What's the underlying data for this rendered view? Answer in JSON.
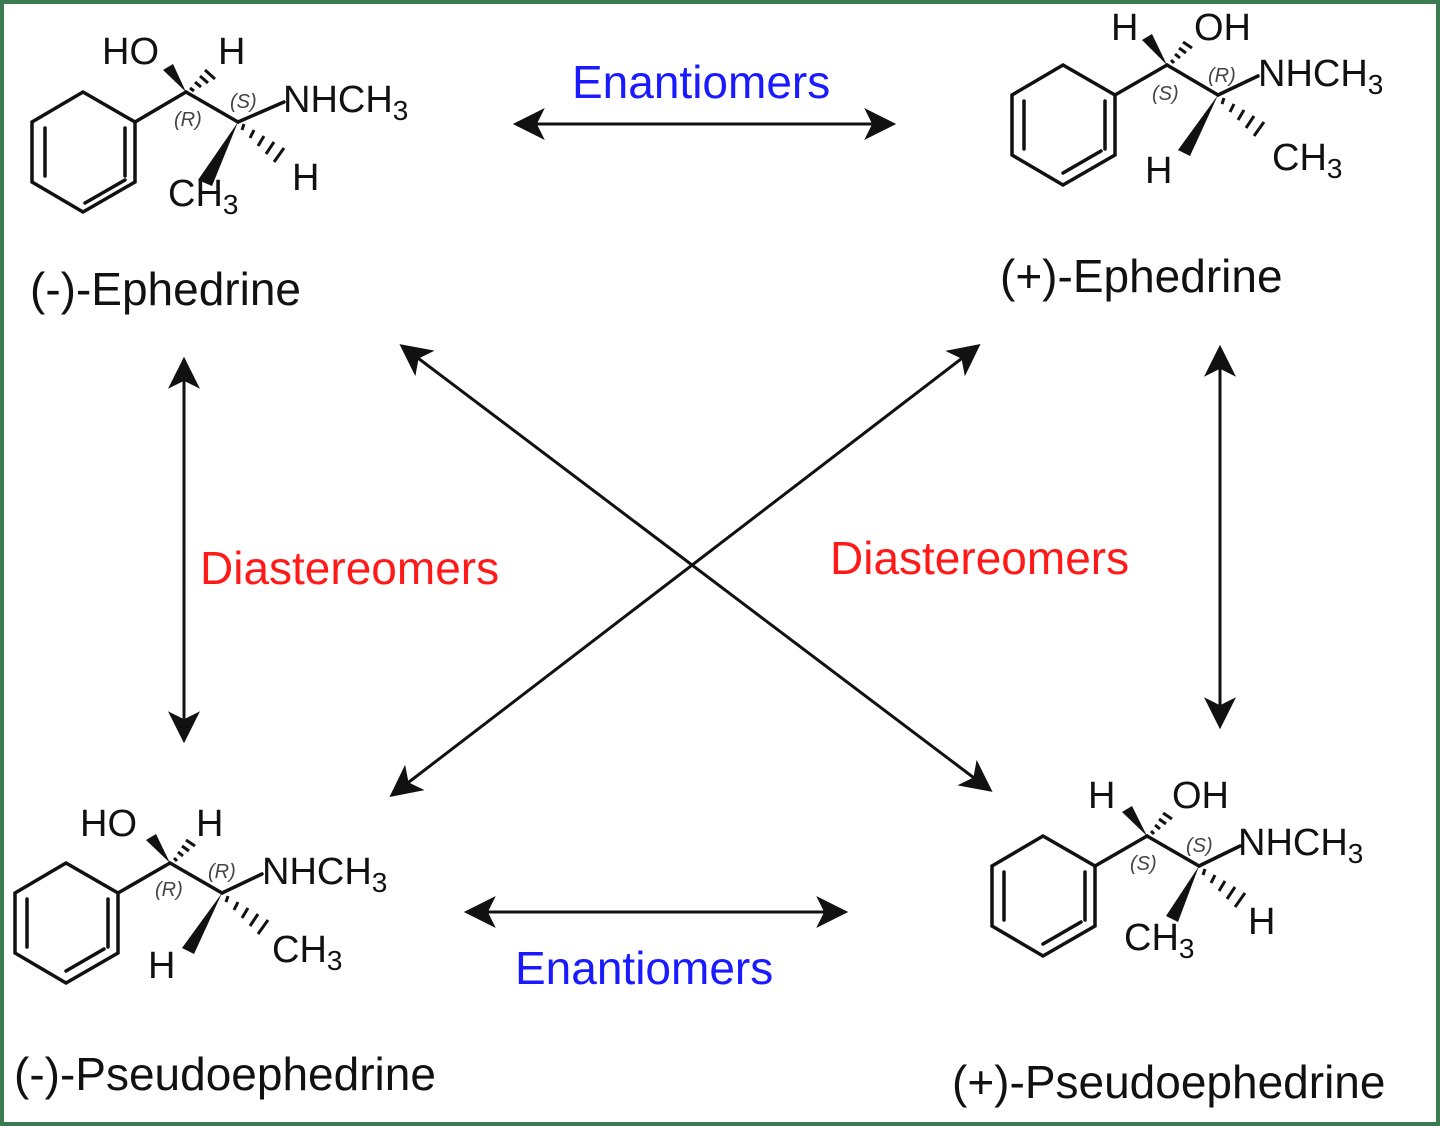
{
  "molecules": {
    "top_left": {
      "name": "(-)-Ephedrine",
      "ho": "HO",
      "h1": "H",
      "nh": "NHCH",
      "nh_sub": "3",
      "h2": "H",
      "ch3": "CH",
      "ch3_sub": "3",
      "c1_config": "(R)",
      "c2_config": "(S)"
    },
    "top_right": {
      "name": "(+)-Ephedrine",
      "h1": "H",
      "oh": "OH",
      "nh": "NHCH",
      "nh_sub": "3",
      "h2": "H",
      "ch3": "CH",
      "ch3_sub": "3",
      "c1_config": "(S)",
      "c2_config": "(R)"
    },
    "bottom_left": {
      "name": "(-)-Pseudoephedrine",
      "ho": "HO",
      "h1": "H",
      "nh": "NHCH",
      "nh_sub": "3",
      "h2": "H",
      "ch3": "CH",
      "ch3_sub": "3",
      "c1_config": "(R)",
      "c2_config": "(R)"
    },
    "bottom_right": {
      "name": "(+)-Pseudoephedrine",
      "h1": "H",
      "oh": "OH",
      "nh": "NHCH",
      "nh_sub": "3",
      "h2": "H",
      "ch3": "CH",
      "ch3_sub": "3",
      "c1_config": "(S)",
      "c2_config": "(S)"
    }
  },
  "relations": {
    "top": "Enantiomers",
    "bottom": "Enantiomers",
    "left": "Diastereomers",
    "right": "Diastereomers"
  },
  "colors": {
    "border": "#3c7a4f",
    "enantiomers": "#1a1aff",
    "diastereomers": "#ff1a1a"
  }
}
